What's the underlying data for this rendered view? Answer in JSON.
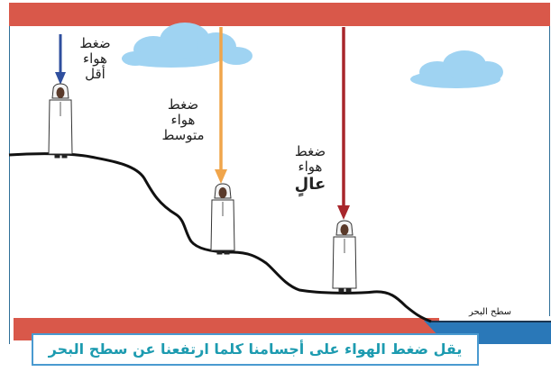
{
  "labels": {
    "low": {
      "line1": "ضغط",
      "line2": "هواء",
      "line3": "أقل"
    },
    "medium": {
      "line1": "ضغط",
      "line2": "هواء",
      "line3": "متوسط"
    },
    "high": {
      "line1": "ضغط",
      "line2": "هواء",
      "line3": "عالٍ"
    }
  },
  "sea_level_label": "سطح البحر",
  "caption": "يقل ضغط الهواء على أجسامنا كلما ارتفعنا عن سطح البحر",
  "colors": {
    "low_arrow": "#2f4f9e",
    "medium_arrow": "#f0a54b",
    "high_arrow": "#a8262c",
    "band": "#d9584a",
    "sea": "#2a78b8",
    "cloud": "#9fd3f2",
    "caption_border": "#4a9ad0",
    "caption_text": "#1d9bb0"
  }
}
